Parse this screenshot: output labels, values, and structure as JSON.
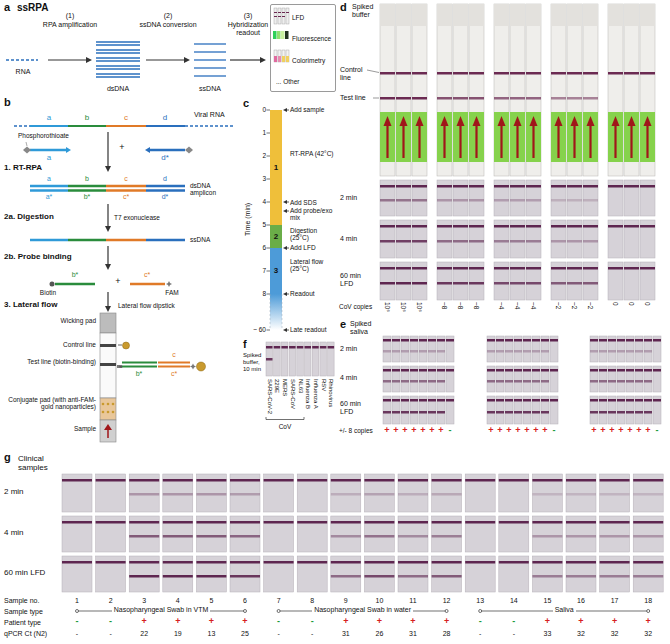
{
  "diagram": {
    "nodes": [
      {
        "text": [
          "LFD",
          "Fluorescence",
          "Colorimetry",
          "... Other"
        ]
      },
      {
        "text": [
          "1"
        ]
      },
      {
        "text": [
          "2"
        ]
      },
      {
        "text": [
          "3"
        ]
      }
    ],
    "labels": [
      "a",
      "ssRPA",
      "(1)",
      "RPA amplification",
      "(2)",
      "ssDNA conversion",
      "(3)",
      "Hybridization readout",
      "RNA",
      "dsDNA",
      "ssDNA",
      "b",
      "Viral RNA",
      "a",
      "b",
      "c",
      "d",
      "Phosphorothioate",
      "a",
      "+",
      "d*",
      "1. RT-RPA",
      "a",
      "b",
      "c",
      "d",
      "a*",
      "b*",
      "c*",
      "d*",
      "dsDNA amplicon",
      "2a. Digestion",
      "T7 exonuclease",
      "ssDNA",
      "2b. Probe binding",
      "b*",
      "c*",
      "+",
      "Biotin",
      "FAM",
      "3. Lateral flow",
      "Lateral flow dipstick",
      "Wicking pad",
      "Control line",
      "Test line (biotin-binding)",
      "Conjugate pad (with anti-FAM-gold nanoparticles)",
      "Sample",
      "c",
      "b*",
      "c*",
      "c",
      "Time (min)",
      "0",
      "1",
      "2",
      "3",
      "4",
      "5",
      "6",
      "7",
      "8",
      "~ 60",
      "Add sample",
      "RT-RPA (42°C)",
      "Add SDS",
      "Add probe/exo mix",
      "Digestion (25°C)",
      "Add LFD",
      "Lateral flow (25°C)",
      "Readout",
      "Late readout",
      "d",
      "Spiked buffer",
      "Control line",
      "Test line",
      "2 min",
      "4 min",
      "60 min LFD",
      "CoV copies",
      "10⁶",
      "10⁶",
      "10⁶",
      "~8",
      "~8",
      "~8",
      "~4",
      "~4",
      "~4",
      "~2",
      "~2",
      "~2",
      "0",
      "0",
      "0",
      "e",
      "Spiked saliva",
      "2 min",
      "4 min",
      "60 min LFD",
      "+/- 8 copies",
      "+",
      "+",
      "+",
      "+",
      "+",
      "+",
      "+",
      "-",
      "+",
      "+",
      "+",
      "+",
      "+",
      "+",
      "+",
      "-",
      "+",
      "+",
      "+",
      "+",
      "+",
      "+",
      "+",
      "-",
      "f",
      "Spiked buffer, 10 min",
      "SARS-CoV-2",
      "229E",
      "MERS",
      "SARS-CoV",
      "NL63",
      "Influenza B",
      "Influenza A",
      "RSV",
      "Rhinovirus",
      "CoV",
      "g",
      "Clinical samples",
      "2 min",
      "4 min",
      "60 min LFD",
      "Sample no.",
      "1",
      "2",
      "3",
      "4",
      "5",
      "6",
      "7",
      "8",
      "9",
      "10",
      "11",
      "12",
      "13",
      "14",
      "15",
      "16",
      "17",
      "18",
      "Sample type",
      "Nasopharyngeal Swab in VTM",
      "Nasopharyngeal Swab in water",
      "Saliva",
      "Patient type",
      "-",
      "-",
      "+",
      "+",
      "+",
      "+",
      "-",
      "-",
      "+",
      "+",
      "+",
      "+",
      "-",
      "-",
      "+",
      "+",
      "+",
      "+",
      "qPCR Ct (N2)",
      "-",
      "-",
      "22",
      "19",
      "13",
      "25",
      "-",
      "-",
      "31",
      "26",
      "31",
      "28",
      "-",
      "-",
      "33",
      "32",
      "32",
      "32"
    ]
  }
}
